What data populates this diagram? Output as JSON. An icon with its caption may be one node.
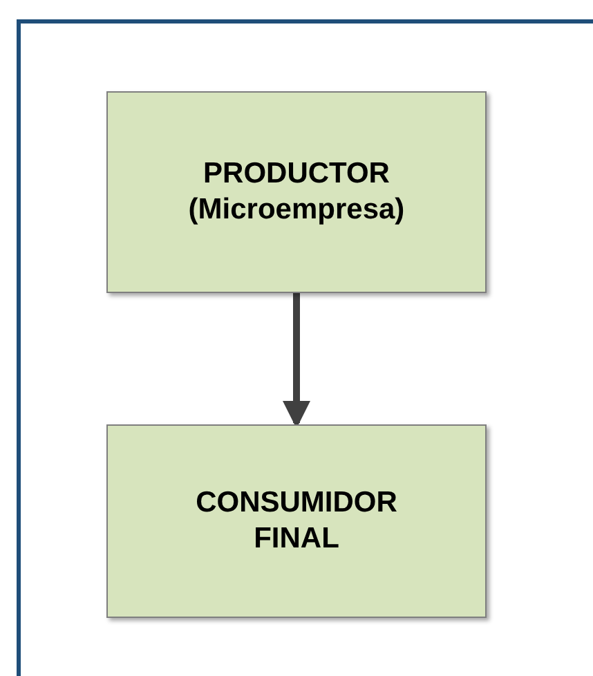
{
  "diagram": {
    "nodes": [
      {
        "text": [
          "PRODUCTOR (Microempresa)"
        ]
      },
      {
        "text": [
          "CONSUMIDOR FINAL"
        ]
      }
    ],
    "edges": [
      {
        "from": 0,
        "to": 1,
        "arrow": "to"
      }
    ]
  }
}
